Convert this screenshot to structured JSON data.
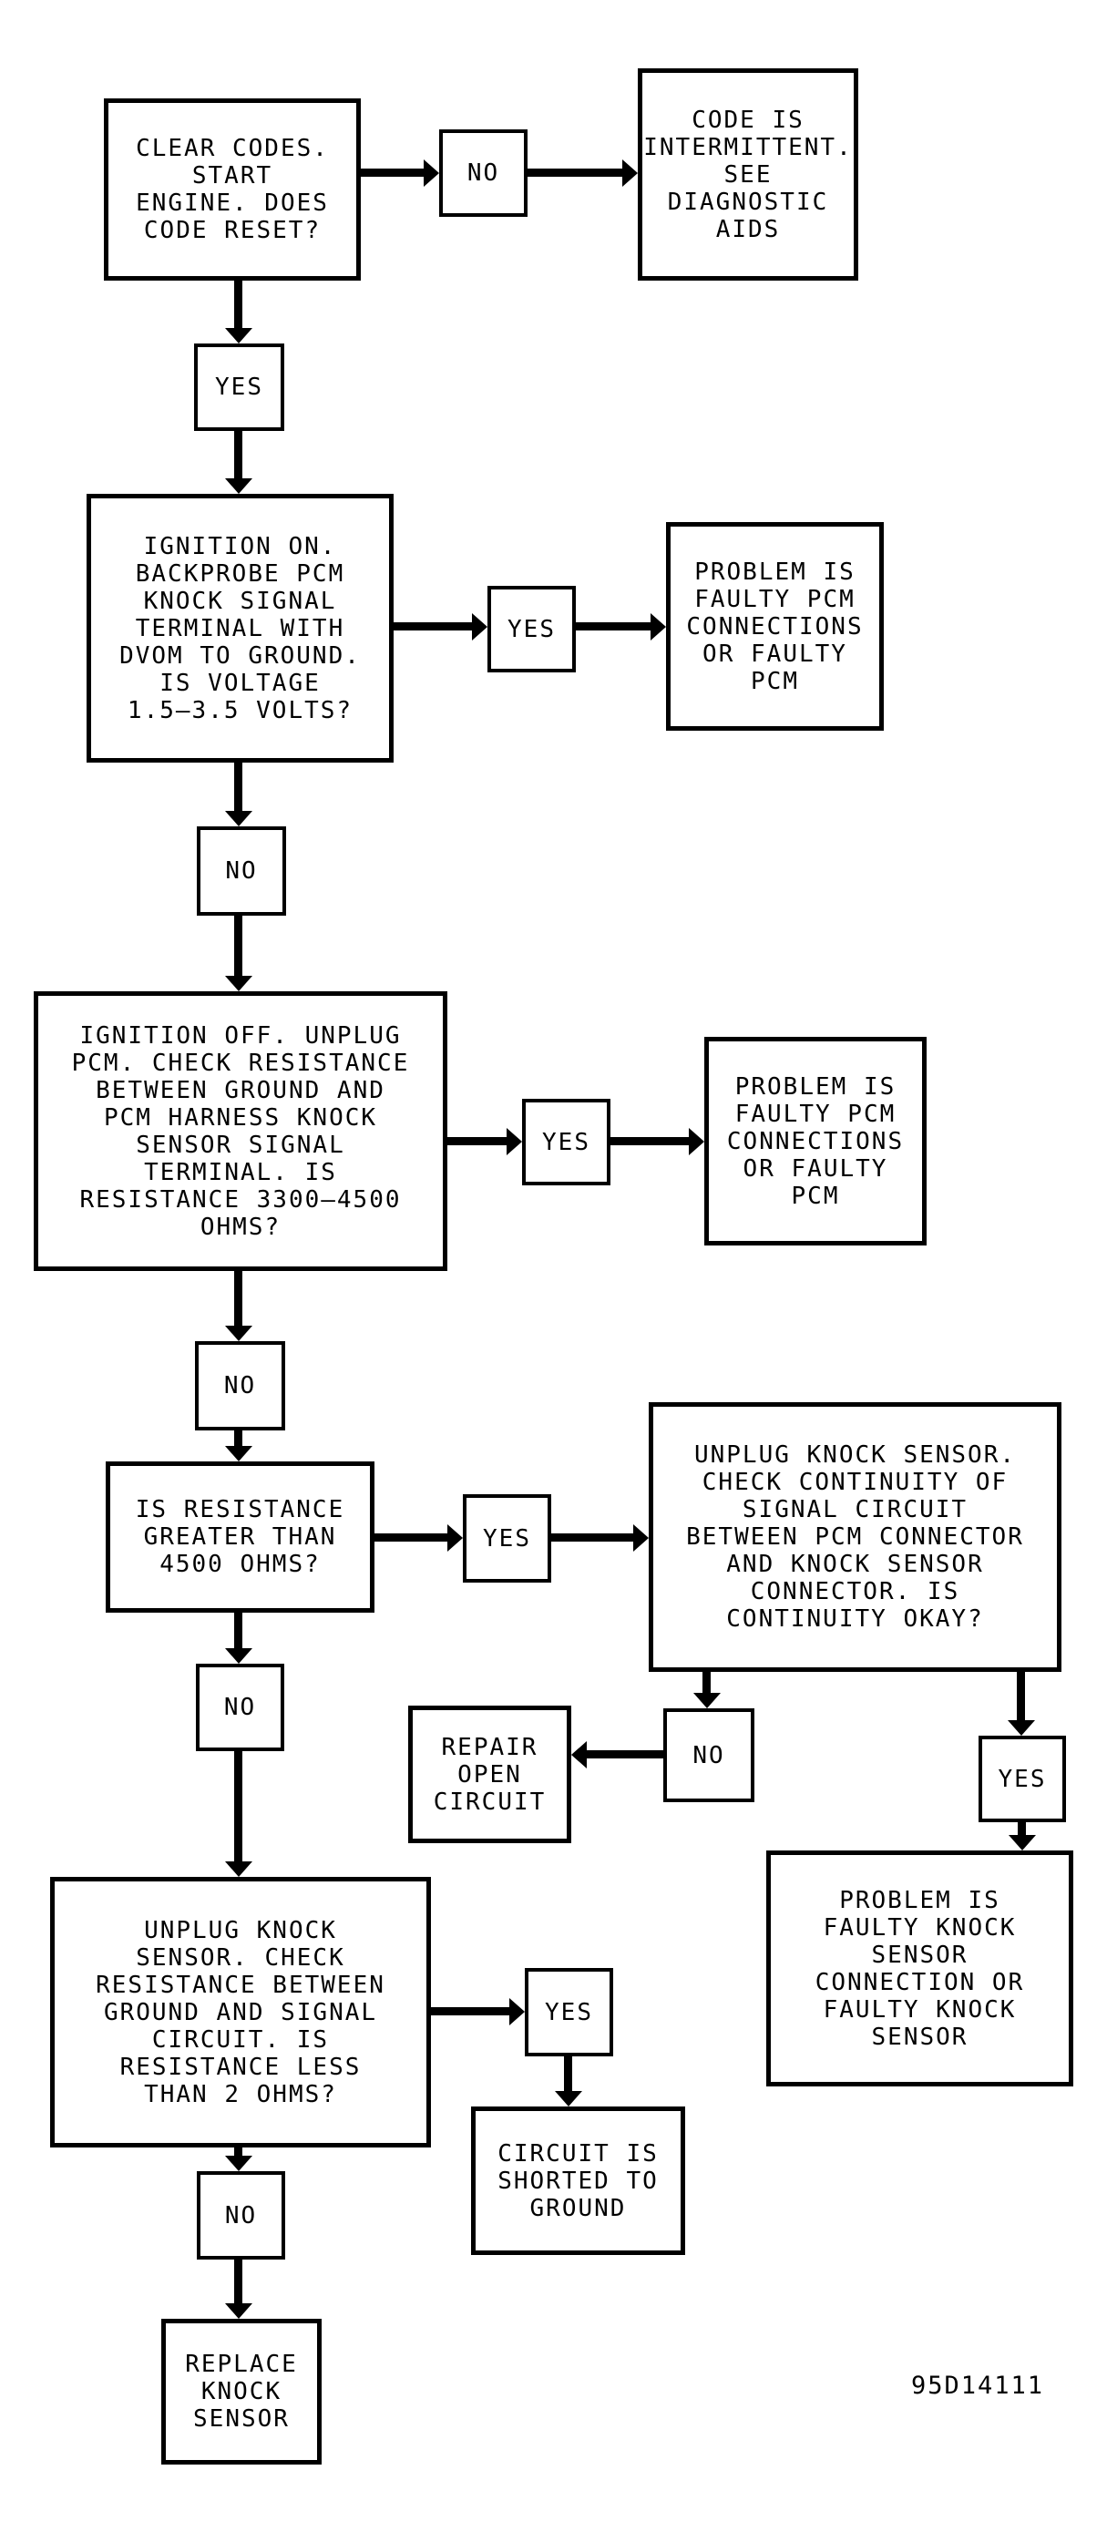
{
  "figure_code": "95D14111",
  "labels": {
    "yes": "YES",
    "no": "NO"
  },
  "nodes": {
    "clear_codes": "CLEAR CODES.\nSTART\nENGINE. DOES\nCODE RESET?",
    "code_intermittent": "CODE IS\nINTERMITTENT.\nSEE\nDIAGNOSTIC\nAIDS",
    "ignition_on": "IGNITION ON.\nBACKPROBE PCM\nKNOCK SIGNAL\nTERMINAL WITH\nDVOM TO GROUND.\nIS VOLTAGE\n1.5–3.5 VOLTS?",
    "problem_pcm_connections": "PROBLEM IS\nFAULTY PCM\nCONNECTIONS\nOR FAULTY\nPCM",
    "ignition_off": "IGNITION OFF. UNPLUG\nPCM. CHECK RESISTANCE\nBETWEEN GROUND AND\nPCM HARNESS KNOCK\nSENSOR SIGNAL\nTERMINAL. IS\nRESISTANCE 3300–4500\nOHMS?",
    "resistance_greater": "IS RESISTANCE\nGREATER THAN\n4500 OHMS?",
    "check_continuity": "UNPLUG KNOCK SENSOR.\nCHECK CONTINUITY OF\nSIGNAL CIRCUIT\nBETWEEN PCM CONNECTOR\nAND KNOCK SENSOR\nCONNECTOR. IS\nCONTINUITY OKAY?",
    "repair_open_circuit": "REPAIR\nOPEN\nCIRCUIT",
    "problem_knock_sensor": "PROBLEM IS\nFAULTY KNOCK\nSENSOR\nCONNECTION OR\nFAULTY KNOCK\nSENSOR",
    "check_resistance_signal": "UNPLUG KNOCK\nSENSOR. CHECK\nRESISTANCE BETWEEN\nGROUND AND SIGNAL\nCIRCUIT. IS\nRESISTANCE LESS\nTHAN 2 OHMS?",
    "circuit_shorted": "CIRCUIT IS\nSHORTED TO\nGROUND",
    "replace_knock_sensor": "REPLACE\nKNOCK\nSENSOR"
  }
}
